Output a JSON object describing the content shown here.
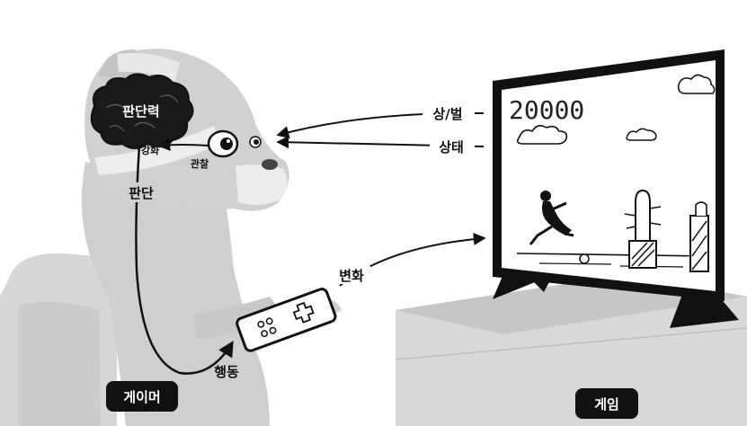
{
  "score": "20000",
  "labels": {
    "brain": "판단력",
    "strengthen": "강화",
    "observe": "관찰",
    "judgment": "판단",
    "action": "행동",
    "change": "변화",
    "reward_penalty": "상/벌",
    "state": "상태"
  },
  "tags": {
    "gamer": "게이머",
    "game": "게임"
  }
}
